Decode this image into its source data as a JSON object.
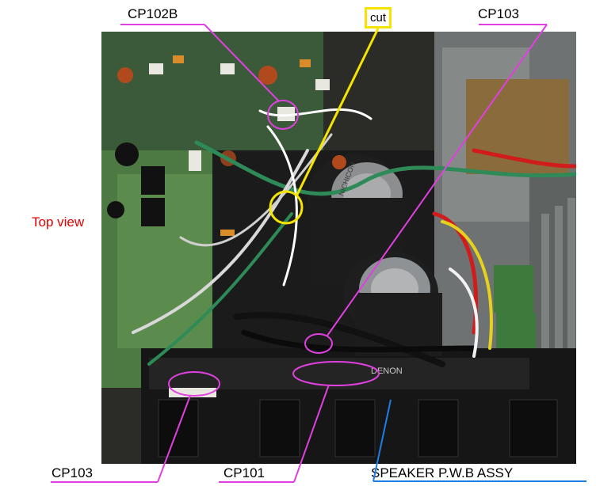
{
  "labels": {
    "cp102b": "CP102B",
    "cut": "cut",
    "cp103_top": "CP103",
    "top_view": "Top view",
    "cp103_bottom": "CP103",
    "cp101": "CP101",
    "speaker": "SPEAKER P.W.B ASSY"
  },
  "photo_text": {
    "denon": "DENON",
    "cap_brand": "NICHICON"
  },
  "colors": {
    "callout_magenta": "#e040e0",
    "callout_yellow": "#f5e400",
    "callout_blue": "#1e7ee8",
    "top_view_red": "#e00000"
  }
}
